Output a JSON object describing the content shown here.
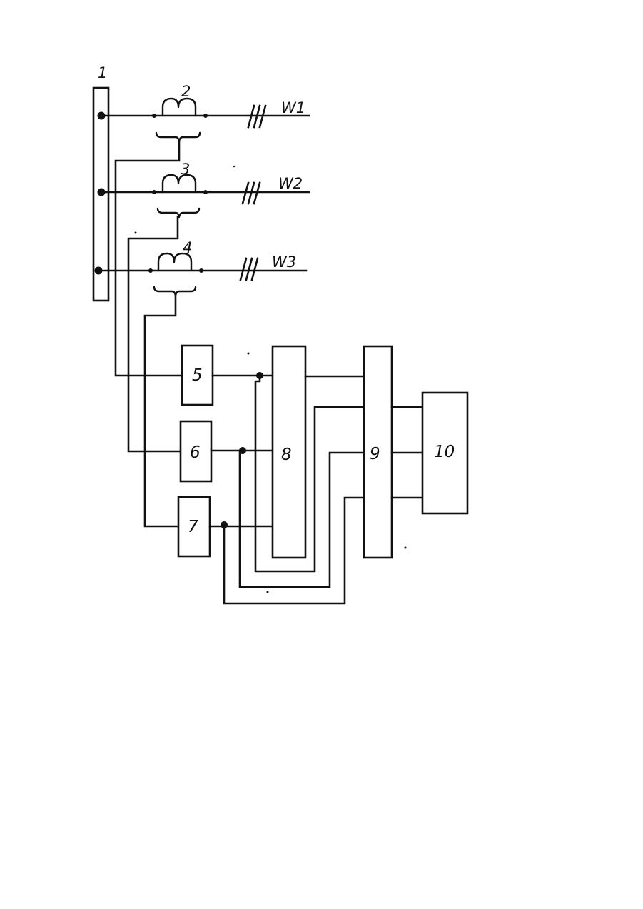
{
  "labels": {
    "busbar": "1",
    "ct1": "2",
    "ct2": "3",
    "ct3": "4",
    "line1": "W1",
    "line2": "W2",
    "line3": "W3",
    "block5": "5",
    "block6": "6",
    "block7": "7",
    "block8": "8",
    "block9": "9",
    "block10": "10"
  }
}
